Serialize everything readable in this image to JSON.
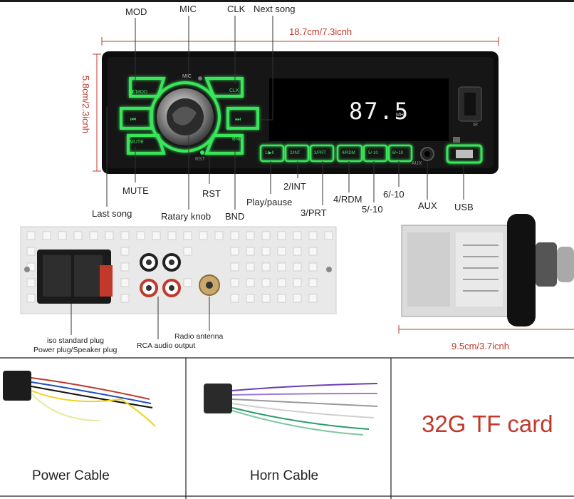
{
  "callouts": {
    "mod": "MOD",
    "mic": "MIC",
    "clk": "CLK",
    "next_song": "Next song",
    "mute": "MUTE",
    "rst": "RST",
    "last_song": "Last song",
    "rotary_knob": "Ratary knob",
    "bnd": "BND",
    "play_pause": "Play/pause",
    "int": "2/INT",
    "prt": "3/PRT",
    "rdm": "4/RDM",
    "minus10": "5/-10",
    "plus10": "6/-10",
    "aux": "AUX",
    "usb": "USB"
  },
  "dimensions": {
    "width": "18.7cm/7.3icnh",
    "height": "5.8cm/2.3icnh",
    "depth": "9.5cm/3.7icnh"
  },
  "display": {
    "freq": "87.5",
    "unit": "MHZ"
  },
  "faceplate": {
    "mic": "MIC",
    "mod": "☎/MOD",
    "clk": "CLK",
    "mute": "MUTE",
    "bnd": "BND",
    "rst": "RST",
    "aux": "AUX",
    "ir": "IR",
    "keys": [
      "1/▶II",
      "2/INT",
      "3/PRT",
      "4/RDM",
      "5/-10",
      "6/+10"
    ]
  },
  "rear": {
    "iso": "iso standard plug",
    "power_speaker": "Power plug/Speaker plug",
    "rca": "RCA audio output",
    "antenna": "Radio antenna"
  },
  "bottom": {
    "power_cable": "Power Cable",
    "horn_cable": "Horn Cable",
    "tf_card": "32G TF card"
  },
  "colors": {
    "glow": "#39e65a",
    "dimension": "#c0392b",
    "body": "#0d0d0d"
  }
}
